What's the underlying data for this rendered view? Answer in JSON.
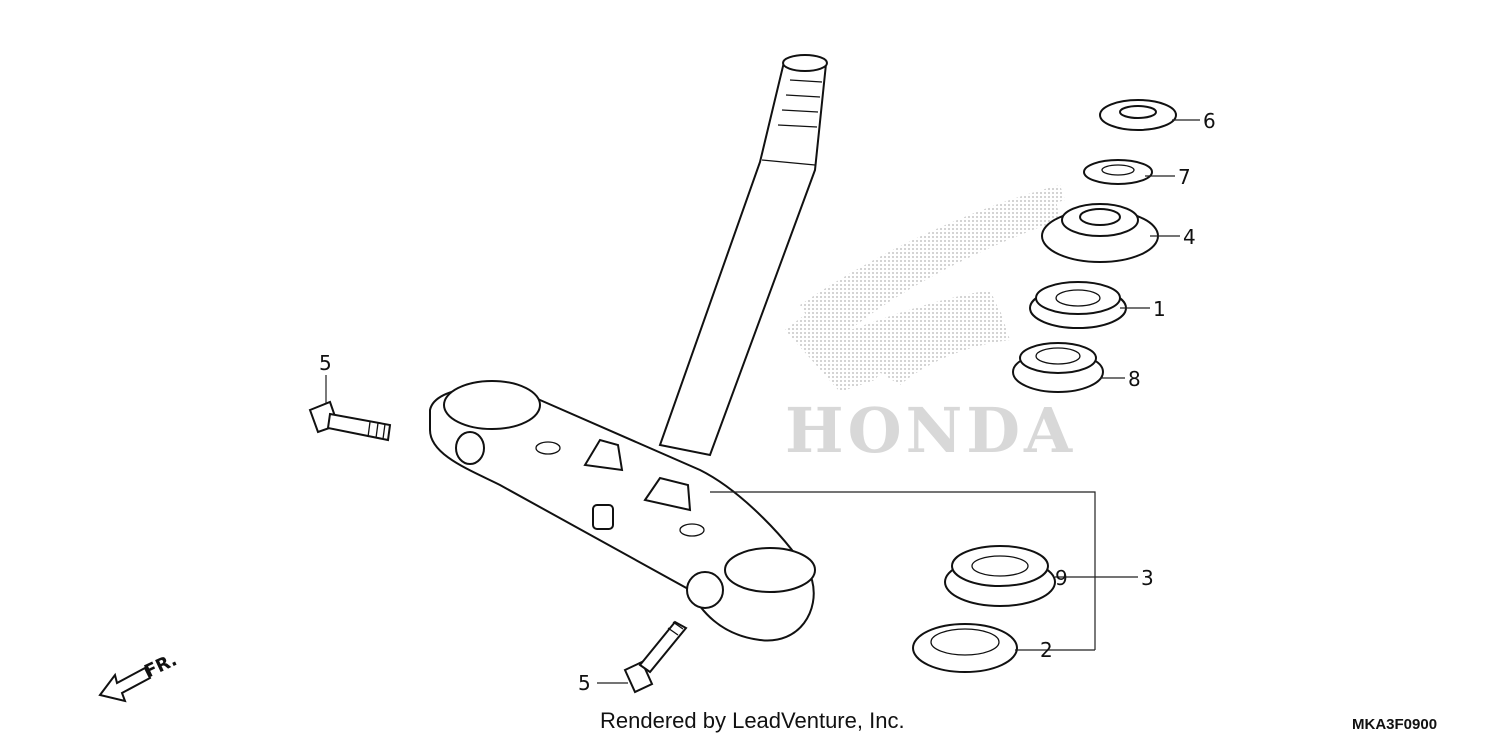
{
  "watermark": {
    "text": "HONDA"
  },
  "callouts": [
    "1",
    "2",
    "3",
    "4",
    "5",
    "5",
    "6",
    "7",
    "8",
    "9"
  ],
  "direction": {
    "label": "FR."
  },
  "footer": {
    "credit": "Rendered by LeadVenture, Inc.",
    "code": "MKA3F0900"
  }
}
